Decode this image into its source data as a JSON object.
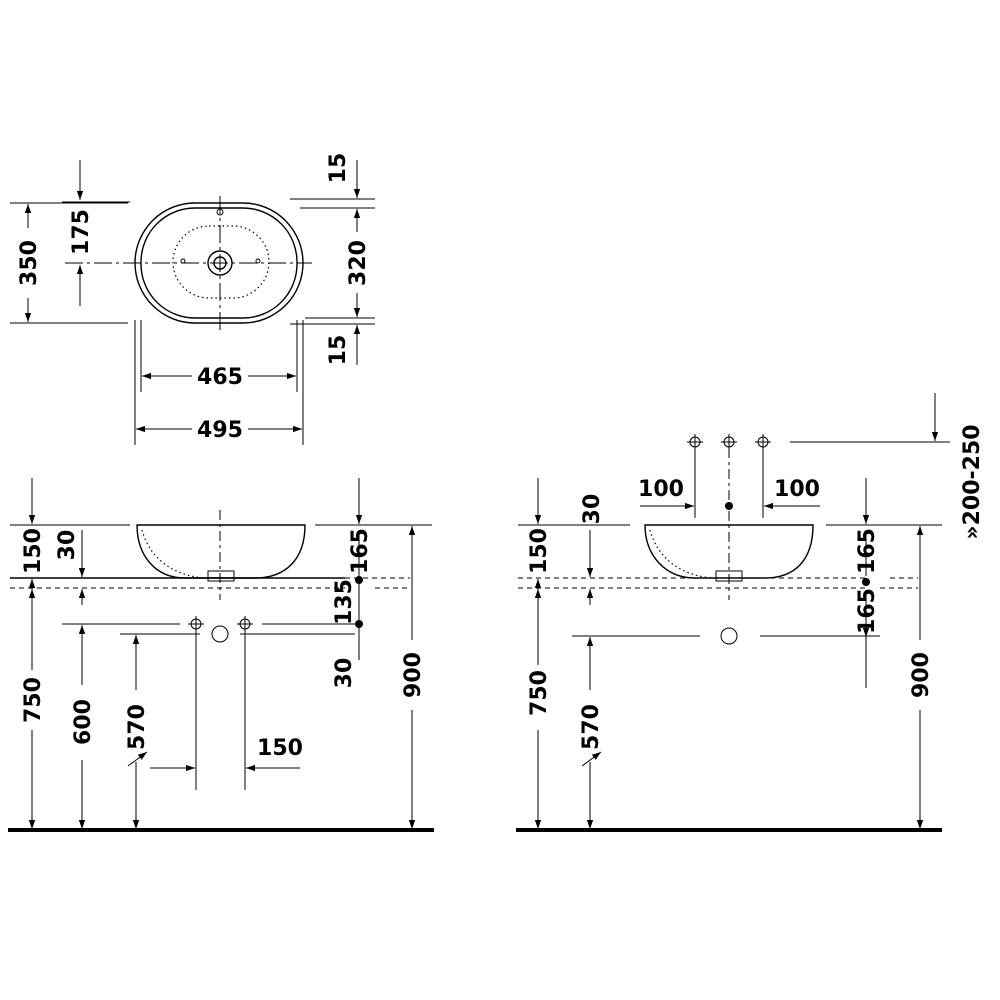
{
  "top_view": {
    "d175": "175",
    "d350": "350",
    "d15_top": "15",
    "d320": "320",
    "d15_bottom": "15",
    "d465": "465",
    "d495": "495"
  },
  "front_view": {
    "d150": "150",
    "d30": "30",
    "d165": "165",
    "d135": "135",
    "d30_lower": "30",
    "d750": "750",
    "d600": "600",
    "d570": "570",
    "d900": "900",
    "d150_spacing": "150"
  },
  "side_view": {
    "d100_left": "100",
    "d100_right": "100",
    "d200_250": "»200-250",
    "d150": "150",
    "d30": "30",
    "d165_upper": "165",
    "d165_lower": "165",
    "d750": "750",
    "d570": "570",
    "d900": "900"
  }
}
